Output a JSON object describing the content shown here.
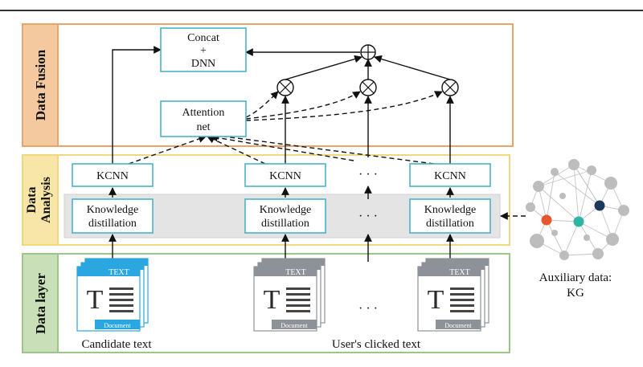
{
  "layers": {
    "fusion_label": "Data Fusion",
    "analysis_label_line1": "Data",
    "analysis_label_line2": "Analysis",
    "data_layer_label": "Data layer"
  },
  "boxes": {
    "concat_line1": "Concat",
    "concat_line2": "+",
    "concat_line3": "DNN",
    "attention_line1": "Attention",
    "attention_line2": "net",
    "kcnn": "KCNN",
    "kd_line1": "Knowledge",
    "kd_line2": "distillation"
  },
  "ellipsis": "· · ·",
  "symbols": {
    "sum": "⊕",
    "product": "⊗"
  },
  "documents": {
    "doc_header": "TEXT",
    "doc_footer": "Document",
    "doc_letter": "T"
  },
  "captions": {
    "candidate": "Candidate text",
    "clicked": "User's clicked text",
    "aux_line1": "Auxiliary data:",
    "aux_line2": "KG"
  },
  "colors": {
    "fusion_border": "#e8a46a",
    "fusion_fill": "#f5c9a0",
    "analysis_border": "#f0d880",
    "analysis_fill": "#f7e6a8",
    "data_border": "#9fc48a",
    "data_fill": "#c8dfb8",
    "box_border": "#4ab3c8",
    "candidate_doc": "#2aa7e0",
    "clicked_doc": "#8c9298",
    "kg_red": "#e8562e",
    "kg_teal": "#2fb5a6",
    "kg_navy": "#1d3a5c"
  }
}
